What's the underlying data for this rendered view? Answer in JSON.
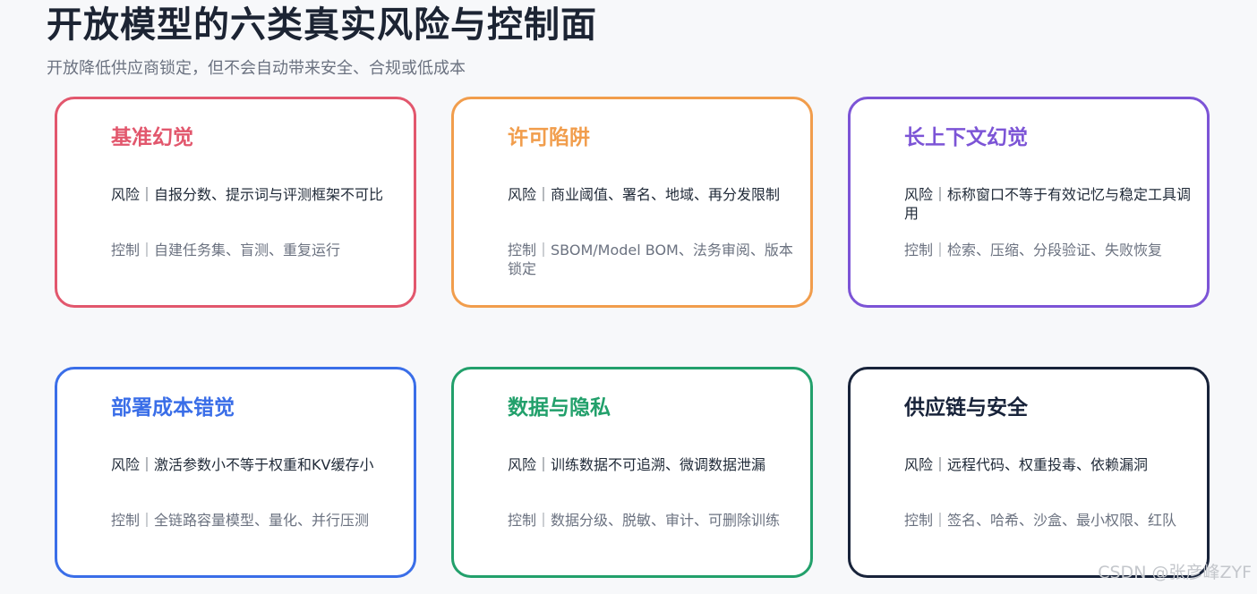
{
  "page": {
    "title": "开放模型的六类真实风险与控制面",
    "subtitle": "开放降低供应商锁定，但不会自动带来安全、合规或低成本"
  },
  "cards": [
    {
      "title": "基准幻觉",
      "risk": "风险｜自报分数、提示词与评测框架不可比",
      "control": "控制｜自建任务集、盲测、重复运行",
      "color": "#e2576d"
    },
    {
      "title": "许可陷阱",
      "risk": "风险｜商业阈值、署名、地域、再分发限制",
      "control": "控制｜SBOM/Model BOM、法务审阅、版本锁定",
      "color": "#f19d4c"
    },
    {
      "title": "长上下文幻觉",
      "risk": "风险｜标称窗口不等于有效记忆与稳定工具调用",
      "control": "控制｜检索、压缩、分段验证、失败恢复",
      "color": "#7c54d6"
    },
    {
      "title": "部署成本错觉",
      "risk": "风险｜激活参数小不等于权重和KV缓存小",
      "control": "控制｜全链路容量模型、量化、并行压测",
      "color": "#3a6ee8"
    },
    {
      "title": "数据与隐私",
      "risk": "风险｜训练数据不可追溯、微调数据泄漏",
      "control": "控制｜数据分级、脱敏、审计、可删除训练",
      "color": "#22a06b"
    },
    {
      "title": "供应链与安全",
      "risk": "风险｜远程代码、权重投毒、依赖漏洞",
      "control": "控制｜签名、哈希、沙盒、最小权限、红队",
      "color": "#18233a"
    }
  ],
  "watermark": "CSDN @张彦峰ZYF"
}
